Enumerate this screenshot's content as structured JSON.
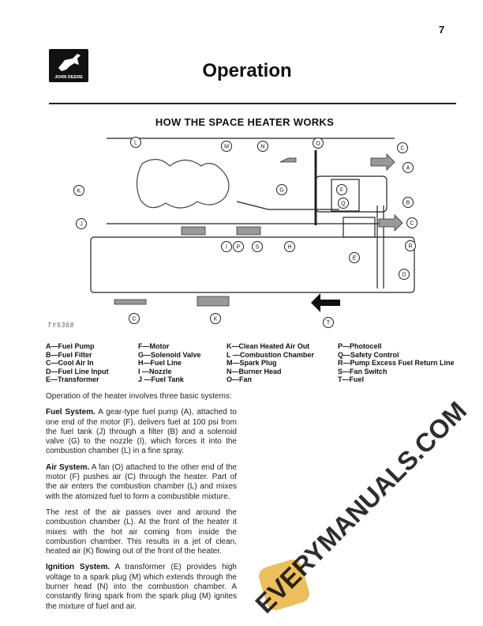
{
  "page_number": "7",
  "logo": {
    "brand": "JOHN DEERE"
  },
  "title": "Operation",
  "subtitle": "HOW THE SPACE HEATER WORKS",
  "diagram": {
    "figure_code": "TY5368",
    "callouts": [
      "L",
      "M",
      "N",
      "O",
      "C",
      "A",
      "K",
      "G",
      "F",
      "Q",
      "B",
      "J",
      "C",
      "I",
      "P",
      "S",
      "H",
      "R",
      "E",
      "D",
      "C",
      "K",
      "T"
    ]
  },
  "legend": [
    [
      "A—Fuel Pump",
      "B—Fuel Filter",
      "C—Cool Air In",
      "D—Fuel Line Input",
      "E—Transformer"
    ],
    [
      "F—Motor",
      "G—Solenoid Valve",
      "H—Fuel Line",
      "I —Nozzle",
      "J —Fuel Tank"
    ],
    [
      "K—Clean Heated Air Out",
      "L —Combustion Chamber",
      "M—Spark Plug",
      "N—Burner Head",
      "O—Fan"
    ],
    [
      "P—Photocell",
      "Q—Safety Control",
      "R—Pump Excess Fuel Return Line",
      "S—Fan Switch",
      "T—Fuel"
    ]
  ],
  "body": {
    "intro": "Operation of the heater involves three basic systems:",
    "fuel_heading": "Fuel System.",
    "fuel_text": " A gear-type fuel pump (A), attached to one end of the motor (F), delivers fuel at 100 psi from the fuel tank (J) through a filter (B) and a solenoid valve (G) to the nozzle (I), which forces it into the combustion chamber (L) in a fine spray.",
    "air_heading": "Air System.",
    "air_text": " A fan (O) attached to the other end of the motor (F) pushes air (C) through the heater. Part of the air enters the combustion chamber (L) and mixes with the atomized fuel to form a combustible mixture.",
    "rest_text": "The rest of the air passes over and around the combustion chamber (L). At the front of the heater it mixes with the hot air coming from inside the combustion chamber. This results in a jet of clean, heated air (K) flowing out of the front of the heater.",
    "ignition_heading": "Ignition System.",
    "ignition_text": " A transformer (E) provides high voltage to a spark plug (M) which extends through the burner head (N) into the combustion chamber. A constantly firing spark from the spark plug (M) ignites the mixture of fuel and air."
  },
  "watermark": "EVERYMANUALS.COM"
}
